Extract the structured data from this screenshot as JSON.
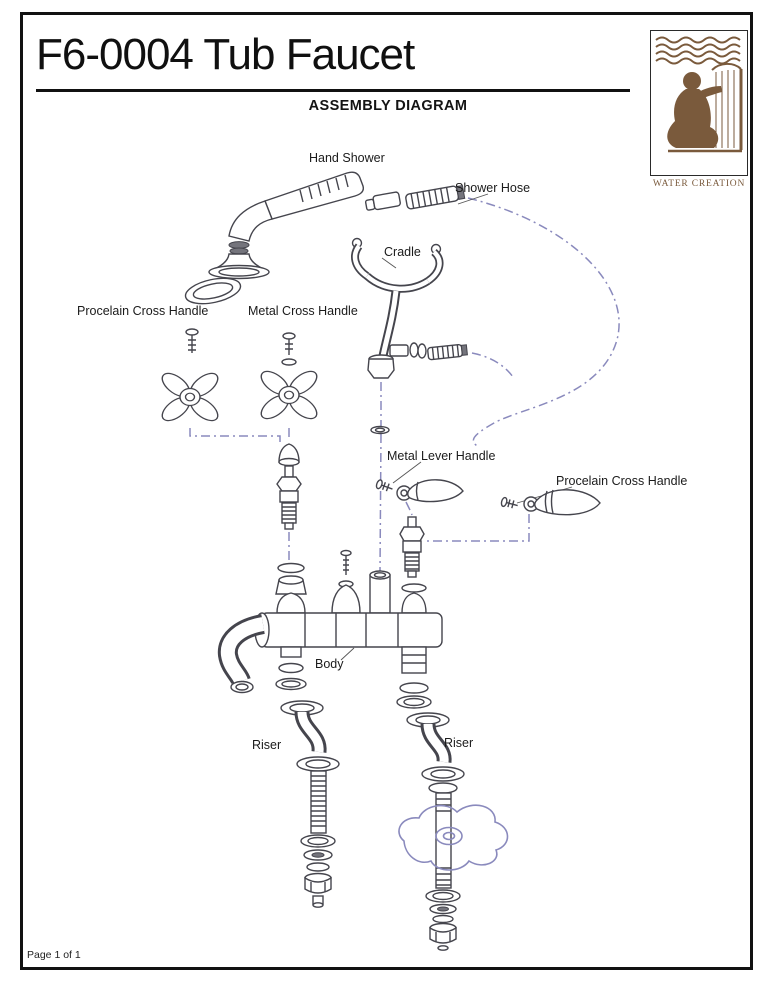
{
  "page": {
    "title": "F6-0004 Tub Faucet",
    "subtitle": "ASSEMBLY DIAGRAM",
    "footer": "Page 1 of 1"
  },
  "logo": {
    "brand": "WATER CREATION"
  },
  "theme": {
    "line_color": "#45454d",
    "dash_color": "#8a8abd",
    "brand_color": "#7a5a3c",
    "border_color": "#111111"
  },
  "diagram": {
    "labels": [
      {
        "id": "hand-shower",
        "text": "Hand Shower"
      },
      {
        "id": "shower-hose",
        "text": "Shower Hose"
      },
      {
        "id": "cradle",
        "text": "Cradle"
      },
      {
        "id": "procelain-cross-handle-left",
        "text": "Procelain Cross Handle"
      },
      {
        "id": "metal-cross-handle",
        "text": "Metal Cross Handle"
      },
      {
        "id": "metal-lever-handle",
        "text": "Metal Lever Handle"
      },
      {
        "id": "procelain-cross-handle-right",
        "text": "Procelain Cross Handle"
      },
      {
        "id": "body",
        "text": "Body"
      },
      {
        "id": "riser-left",
        "text": "Riser"
      },
      {
        "id": "riser-right",
        "text": "Riser"
      }
    ]
  }
}
